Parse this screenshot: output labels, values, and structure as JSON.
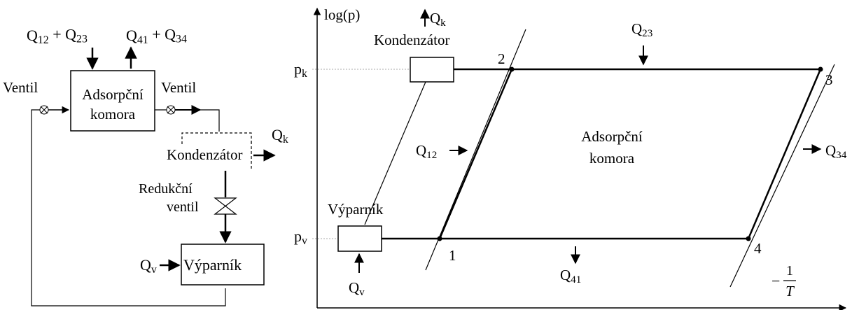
{
  "left_schematic": {
    "heat_in_top": "Q12 + Q23",
    "heat_out_top": "Q41 + Q34",
    "valve_left_label": "Ventil",
    "valve_right_label": "Ventil",
    "adsorber_label_line1": "Adsorpční",
    "adsorber_label_line2": "komora",
    "condenser_label": "Kondenzátor",
    "condenser_heat": "Qk",
    "reduction_valve_line1": "Redukční",
    "reduction_valve_line2": "ventil",
    "evaporator_label": "Výparník",
    "evaporator_heat": "Qv"
  },
  "right_diagram": {
    "y_axis_label": "log(p)",
    "x_axis_label": "− 1/T",
    "pk_label": "pk",
    "pv_label": "pv",
    "condenser_label": "Kondenzátor",
    "condenser_heat": "Qk",
    "evaporator_label": "Výparník",
    "evaporator_heat": "Qv",
    "chamber_line1": "Adsorpční",
    "chamber_line2": "komora",
    "point_1": "1",
    "point_2": "2",
    "point_3": "3",
    "point_4": "4",
    "q12": "Q12",
    "q23": "Q23",
    "q34": "Q34",
    "q41": "Q41"
  }
}
